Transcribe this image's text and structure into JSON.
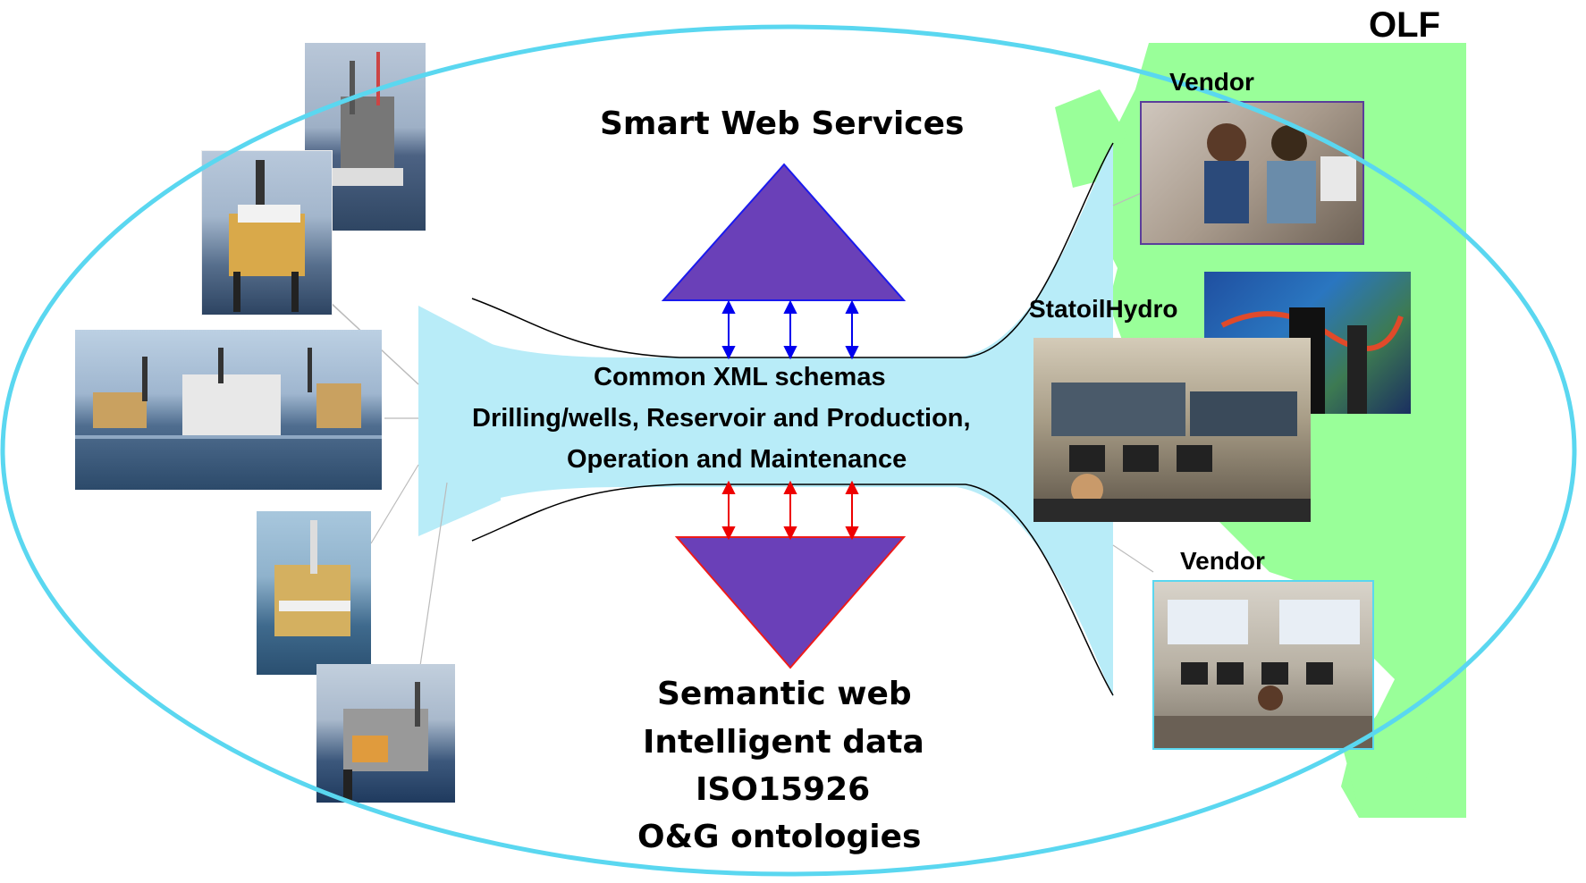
{
  "labels": {
    "olf": "OLF",
    "smart_web_services": "Smart Web Services",
    "common_xml_schemas": "Common XML schemas",
    "drilling_line": "Drilling/wells,  Reservoir and Production,",
    "operation_line": "Operation and Maintenance",
    "semantic_web": "Semantic web",
    "intelligent_data": "Intelligent data",
    "iso": "ISO15926",
    "ontologies": "O&G ontologies",
    "vendor_top": "Vendor",
    "statoilhydro": "StatoilHydro",
    "vendor_bottom": "Vendor"
  },
  "colors": {
    "ellipse": "#5ad7f0",
    "funnel": "#b8ecf8",
    "map": "#99ff99",
    "triangle_fill": "#6a40b8",
    "up_arrows": "#0000ee",
    "down_arrows": "#ee0000"
  },
  "icons": {
    "platform_photos": "offshore-platform-photo",
    "control_room_photos": "control-room-photo",
    "map": "norway-map"
  }
}
